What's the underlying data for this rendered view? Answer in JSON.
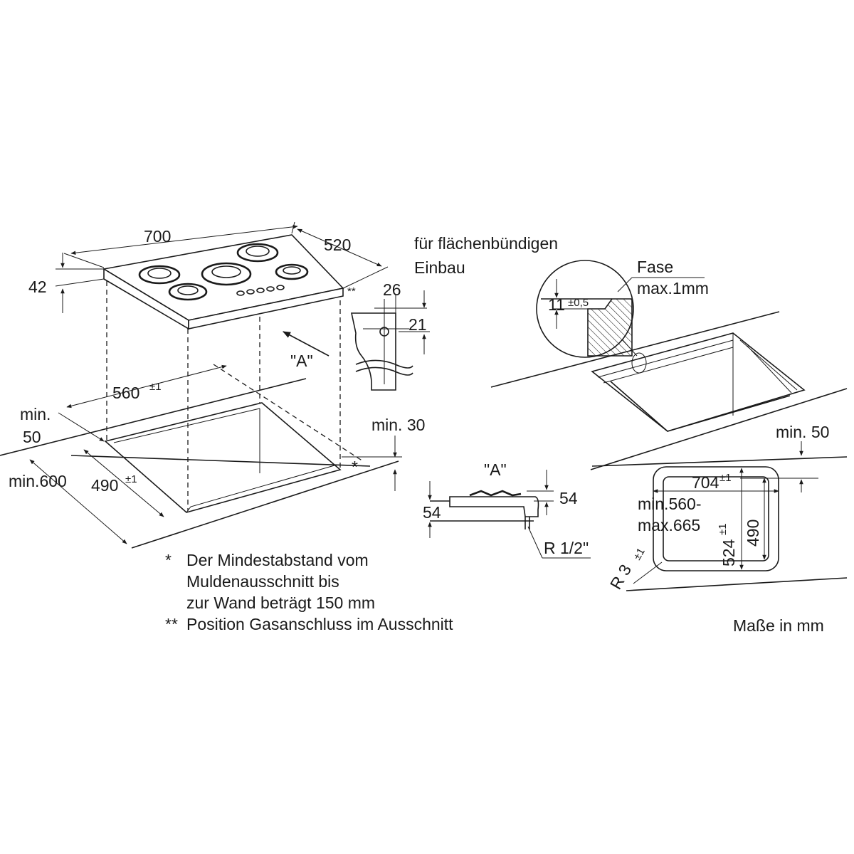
{
  "main_view": {
    "width": "700",
    "depth": "520",
    "height": "42",
    "cutout_width": "560",
    "cutout_width_tol": "±1",
    "cutout_depth": "490",
    "cutout_depth_tol": "±1",
    "min_front": "min.",
    "min_front_value": "50",
    "min_depth": "min.600",
    "min_gap": "min. 30",
    "view_marker": "\"A\"",
    "single_star": "*",
    "double_star": "**",
    "bracket_width": "26",
    "bracket_height": "21"
  },
  "flush_mount": {
    "title_line1": "für flächenbündigen",
    "title_line2": "Einbau",
    "chamfer_label": "Fase",
    "chamfer_max": "max.1mm",
    "step_value": "11",
    "step_tol": "±0,5",
    "min_rear": "min. 50",
    "outer_width": "704",
    "outer_width_tol": "±1",
    "range_line1": "min.560-",
    "range_line2": "max.665",
    "outer_depth": "524",
    "outer_depth_tol": "±1",
    "inner_depth": "490",
    "radius": "R 3",
    "radius_tol": "±1"
  },
  "side_view": {
    "title": "\"A\"",
    "top_height": "54",
    "bottom_height": "54",
    "thread": "R 1/2\""
  },
  "footnotes": [
    {
      "mark": "*",
      "lines": [
        "Der Mindestabstand vom",
        "Muldenausschnitt bis",
        "zur Wand beträgt 150 mm"
      ]
    },
    {
      "mark": "**",
      "lines": [
        "Position Gasanschluss im Ausschnitt"
      ]
    }
  ],
  "units_note": "Maße in mm"
}
